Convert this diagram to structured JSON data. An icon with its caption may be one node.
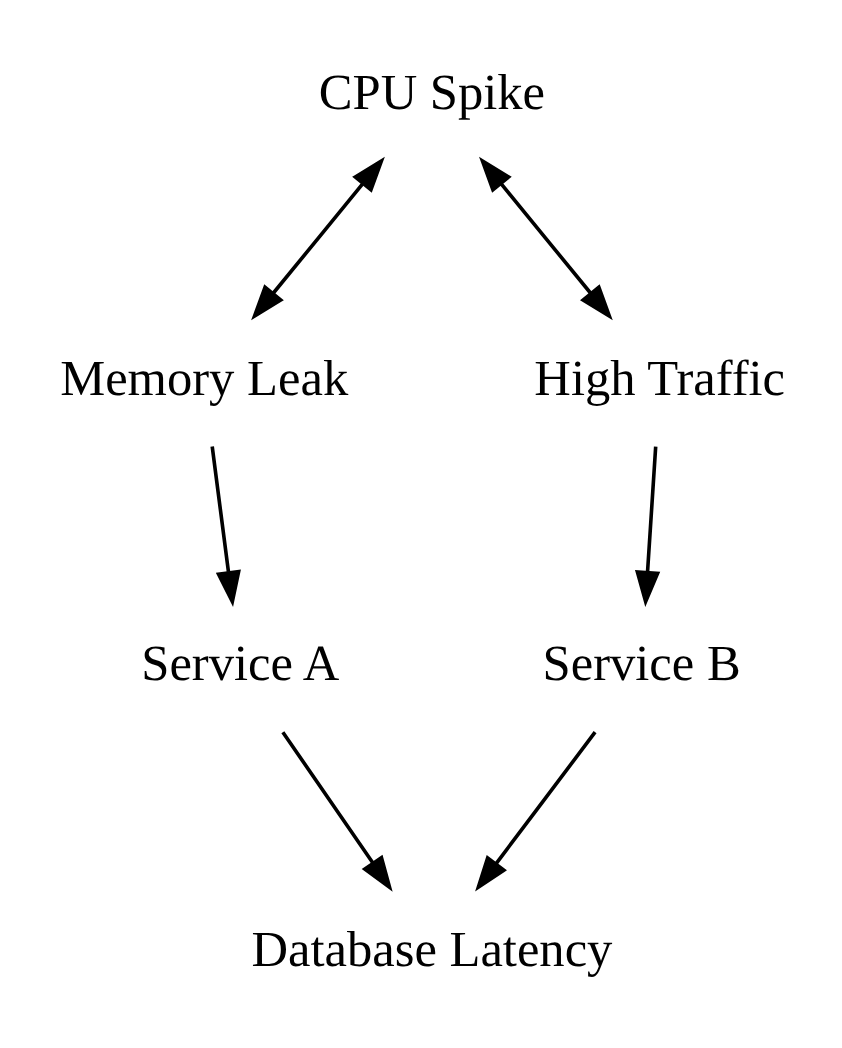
{
  "diagram": {
    "nodes": [
      {
        "text": [
          "CPU Spike"
        ]
      },
      {
        "text": [
          "Memory Leak"
        ]
      },
      {
        "text": [
          "High Traffic"
        ]
      },
      {
        "text": [
          "Service A"
        ]
      },
      {
        "text": [
          "Service B"
        ]
      },
      {
        "text": [
          "Database Latency"
        ]
      }
    ],
    "edges": [
      {
        "from": 0,
        "to": 1,
        "arrow": "both"
      },
      {
        "from": 0,
        "to": 2,
        "arrow": "both"
      },
      {
        "from": 1,
        "to": 3,
        "arrow": "to"
      },
      {
        "from": 2,
        "to": 4,
        "arrow": "to"
      },
      {
        "from": 3,
        "to": 5,
        "arrow": "to"
      },
      {
        "from": 4,
        "to": 5,
        "arrow": "to"
      }
    ]
  }
}
